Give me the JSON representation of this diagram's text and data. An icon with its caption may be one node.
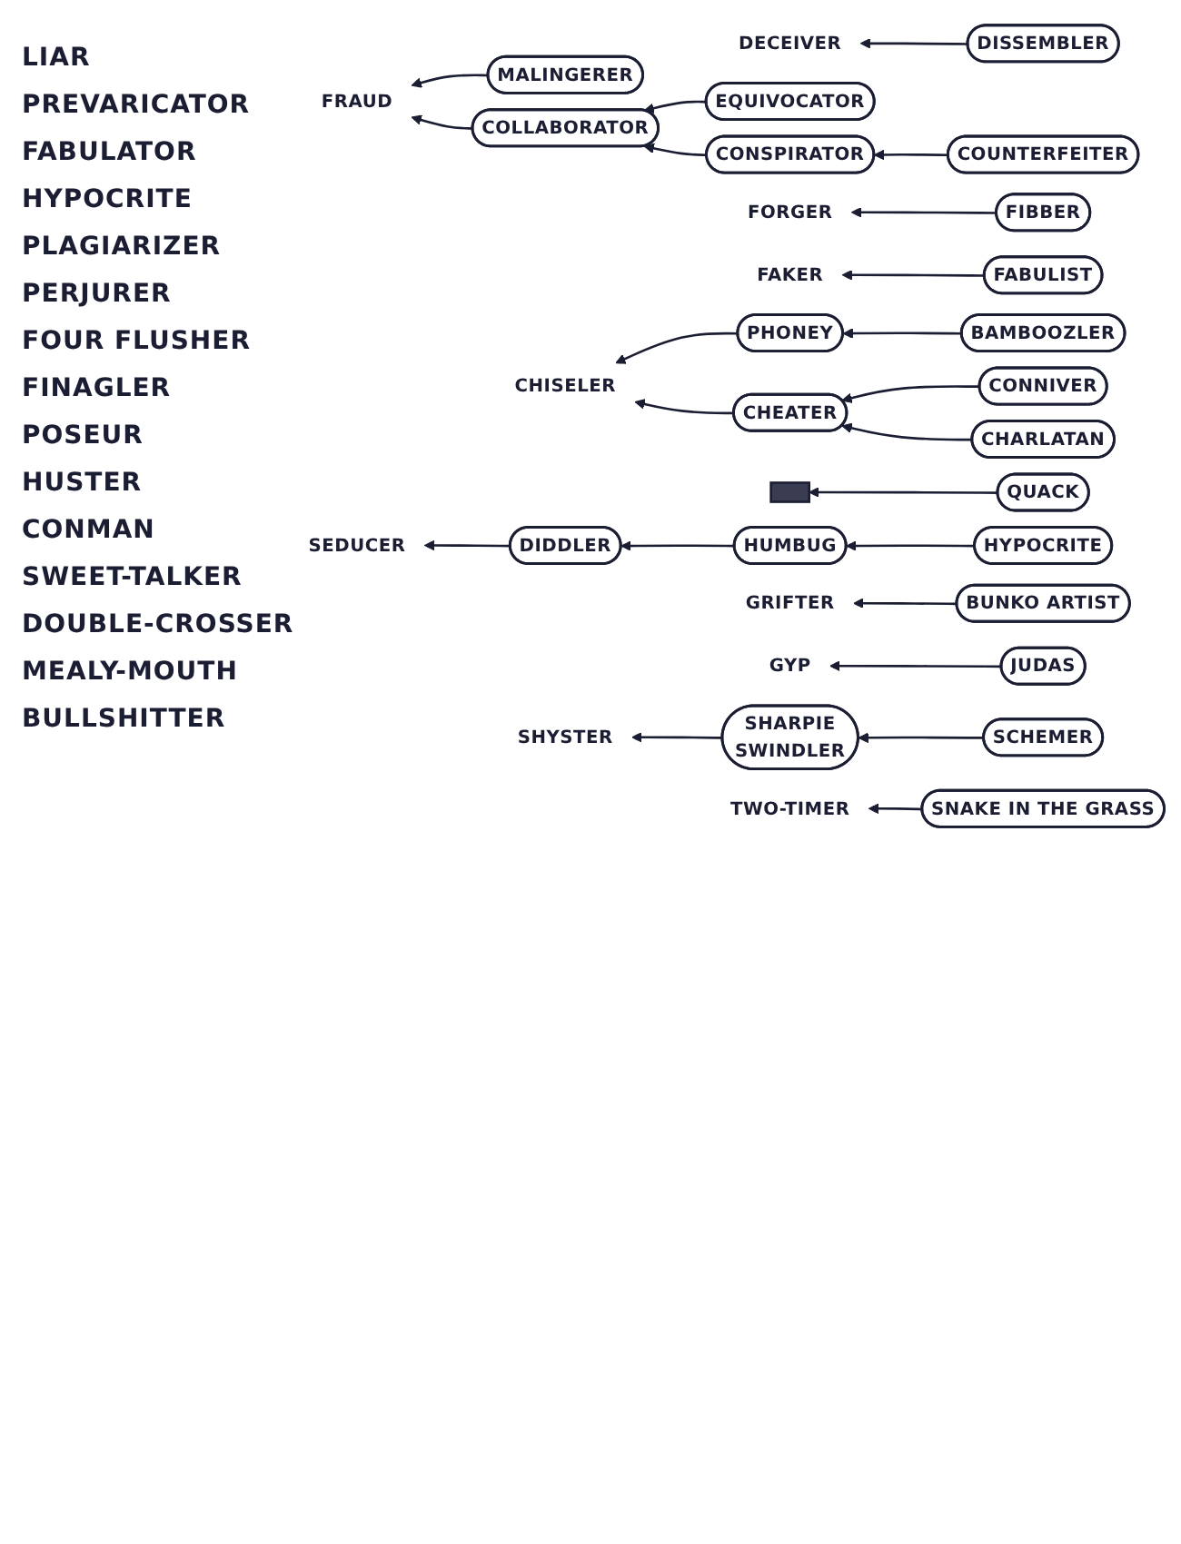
{
  "diagram": {
    "nodes": [
      {
        "text": [
          "DISSEMBLER"
        ]
      },
      {
        "text": [
          "DECEIVER"
        ]
      },
      {
        "text": [
          "EQUIVOCATOR"
        ]
      },
      {
        "text": [
          "MALINGERER"
        ]
      },
      {
        "text": [
          "COLLABORATOR"
        ]
      },
      {
        "text": [
          "FRAUD"
        ]
      },
      {
        "text": [
          "CONSPIRATOR"
        ]
      },
      {
        "text": [
          "FORGER"
        ]
      },
      {
        "text": [
          "FABULIST"
        ]
      },
      {
        "text": [
          "COUNTERFEITER"
        ]
      },
      {
        "text": [
          "FAKER"
        ]
      },
      {
        "text": [
          "FIBBER"
        ]
      },
      {
        "text": [
          "PHONEY"
        ]
      },
      {
        "text": [
          "BAMBOOZLER"
        ]
      },
      {
        "text": [
          "CHISELER"
        ]
      },
      {
        "text": [
          "CHEATER"
        ]
      },
      {
        "text": [
          "CONNIVER"
        ]
      },
      {
        "text": [
          "QUACK"
        ]
      },
      {
        "text": [],
        "shape": "scribble"
      },
      {
        "text": [
          "CHARLATAN"
        ]
      },
      {
        "text": [
          "DIDDLER"
        ]
      },
      {
        "text": [
          "HUMBUG"
        ]
      },
      {
        "text": [
          "GRIFTER"
        ]
      },
      {
        "text": [
          "HYPOCRITE"
        ]
      },
      {
        "text": [
          "GYP"
        ]
      },
      {
        "text": [
          "JUDAS"
        ]
      },
      {
        "text": [
          "SHYSTER"
        ]
      },
      {
        "text": [
          "SHARPIE",
          "SWINDLER"
        ]
      },
      {
        "text": [
          "BUNKO ARTIST"
        ]
      },
      {
        "text": [
          "SCHEMER"
        ]
      },
      {
        "text": [
          "SEDUCER"
        ]
      },
      {
        "text": [
          "TWO-TIMER"
        ]
      },
      {
        "text": [
          "SNAKE IN THE GRASS"
        ]
      }
    ],
    "edges": [
      {
        "from": 0,
        "to": 1,
        "arrow": "to"
      },
      {
        "from": 2,
        "to": 4,
        "arrow": "to"
      },
      {
        "from": 3,
        "to": 5,
        "arrow": "to"
      },
      {
        "from": 4,
        "to": 5,
        "arrow": "to"
      },
      {
        "from": 6,
        "to": 4,
        "arrow": "to"
      },
      {
        "from": 11,
        "to": 7,
        "arrow": "to"
      },
      {
        "from": 8,
        "to": 10,
        "arrow": "to"
      },
      {
        "from": 9,
        "to": 6,
        "arrow": "to"
      },
      {
        "from": 13,
        "to": 12,
        "arrow": "to"
      },
      {
        "from": 12,
        "to": 14,
        "arrow": "to"
      },
      {
        "from": 15,
        "to": 14,
        "arrow": "to"
      },
      {
        "from": 16,
        "to": 15,
        "arrow": "to"
      },
      {
        "from": 17,
        "to": 18,
        "arrow": "to"
      },
      {
        "from": 19,
        "to": 15,
        "arrow": "to"
      },
      {
        "from": 21,
        "to": 20,
        "arrow": "to"
      },
      {
        "from": 23,
        "to": 21,
        "arrow": "to"
      },
      {
        "from": 28,
        "to": 22,
        "arrow": "to"
      },
      {
        "from": 25,
        "to": 24,
        "arrow": "to"
      },
      {
        "from": 27,
        "to": 26,
        "arrow": "to"
      },
      {
        "from": 20,
        "to": 30,
        "arrow": "to"
      },
      {
        "from": 29,
        "to": 27,
        "arrow": "to"
      },
      {
        "from": 32,
        "to": 31,
        "arrow": "to"
      }
    ],
    "labels": [
      "LIAR",
      "PREVARICATOR",
      "FABULATOR",
      "HYPOCRITE",
      "PLAGIARIZER",
      "PERJURER",
      "FOUR FLUSHER",
      "FINAGLER",
      "POSEUR",
      "HUSTER",
      "CONMAN",
      "SWEET-TALKER",
      "DOUBLE-CROSSER",
      "MEALY-MOUTH",
      "BULLSHITTER"
    ]
  }
}
